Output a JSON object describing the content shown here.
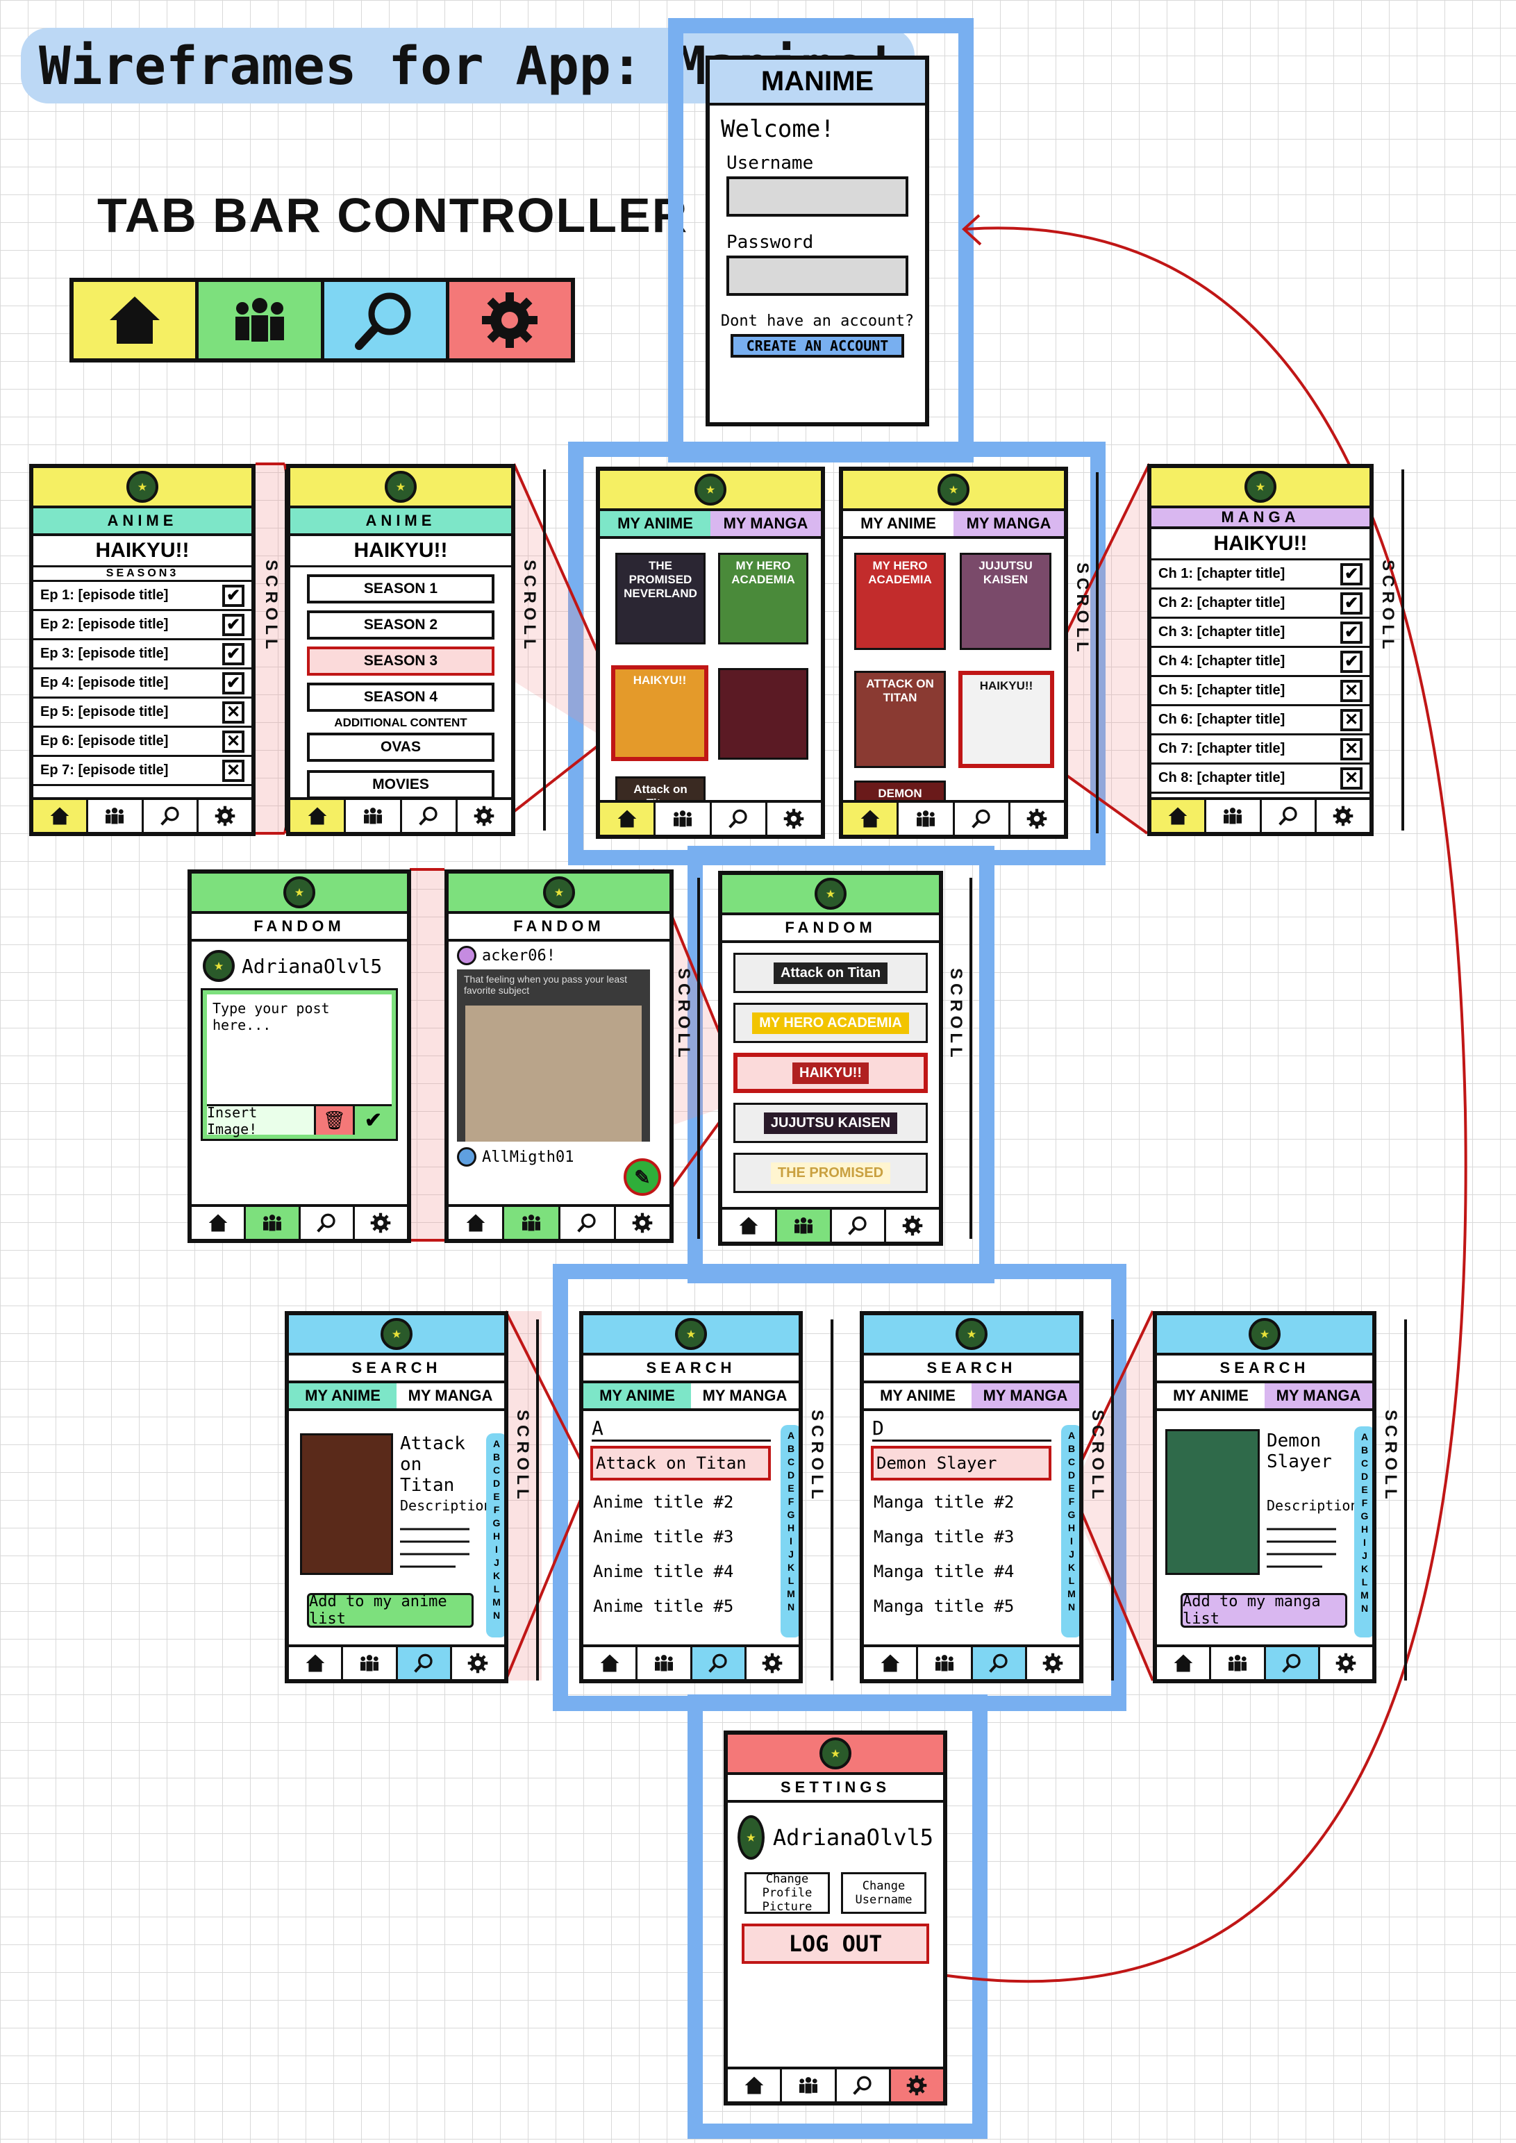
{
  "title": "Wireframes for App: Manime!",
  "tab_bar_title": "TAB BAR CONTROLLER",
  "tabbar_colors": {
    "home": "#f5ef63",
    "fandom": "#7de07d",
    "search": "#7fd6f3",
    "settings": "#f47878"
  },
  "icons": [
    "home-icon",
    "people-icon",
    "search-icon",
    "gear-icon"
  ],
  "scroll_label": "SCROLL",
  "login": {
    "app_name": "MANIME",
    "welcome": "Welcome!",
    "username_label": "Username",
    "password_label": "Password",
    "no_account": "Dont have an account?",
    "create_button": "CREATE  AN ACCOUNT"
  },
  "anime_detail": {
    "section": "ANIME",
    "title": "HAIKYU!!",
    "season": "SEASON3",
    "episodes": [
      {
        "label": "Ep 1: [episode title]",
        "done": true
      },
      {
        "label": "Ep 2: [episode title]",
        "done": true
      },
      {
        "label": "Ep 3: [episode title]",
        "done": true
      },
      {
        "label": "Ep 4: [episode title]",
        "done": true
      },
      {
        "label": "Ep 5: [episode title]",
        "done": false
      },
      {
        "label": "Ep 6: [episode title]",
        "done": false
      },
      {
        "label": "Ep 7: [episode title]",
        "done": false
      }
    ]
  },
  "anime_seasons": {
    "section": "ANIME",
    "title": "HAIKYU!!",
    "seasons": [
      "SEASON 1",
      "SEASON 2",
      "SEASON 3",
      "SEASON 4"
    ],
    "selected": "SEASON 3",
    "additional": "ADDITIONAL CONTENT",
    "ovas": "OVAS",
    "movies": "MOVIES"
  },
  "home_anime": {
    "tab_anime": "MY ANIME",
    "tab_manga": "MY MANGA",
    "covers": [
      "THE PROMISED NEVERLAND",
      "MY HERO ACADEMIA",
      "HAIKYU!!",
      "",
      "Attack on Titan"
    ]
  },
  "home_manga": {
    "tab_anime": "MY ANIME",
    "tab_manga": "MY MANGA",
    "covers": [
      "MY HERO ACADEMIA",
      "JUJUTSU KAISEN",
      "ATTACK ON TITAN",
      "HAIKYU!!",
      "DEMON SLAYER"
    ]
  },
  "manga_detail": {
    "section": "MANGA",
    "title": "HAIKYU!!",
    "chapters": [
      {
        "label": "Ch 1: [chapter title]",
        "done": true
      },
      {
        "label": "Ch 2: [chapter title]",
        "done": true
      },
      {
        "label": "Ch 3: [chapter title]",
        "done": true
      },
      {
        "label": "Ch 4: [chapter title]",
        "done": true
      },
      {
        "label": "Ch 5: [chapter title]",
        "done": false
      },
      {
        "label": "Ch 6: [chapter title]",
        "done": false
      },
      {
        "label": "Ch 7: [chapter title]",
        "done": false
      },
      {
        "label": "Ch 8: [chapter title]",
        "done": false
      }
    ]
  },
  "fandom_post": {
    "section": "FANDOM",
    "user": "AdrianaOlvl5",
    "placeholder": "Type your post here...",
    "insert_image": "Insert Image!"
  },
  "fandom_feed": {
    "section": "FANDOM",
    "user1": "acker06!",
    "post_text": "That feeling when you pass your least favorite subject",
    "user2": "AllMigth01"
  },
  "fandom_list": {
    "section": "FANDOM",
    "items": [
      "Attack on Titan",
      "MY HERO ACADEMIA",
      "HAIKYU!!",
      "JUJUTSU KAISEN",
      "THE PROMISED"
    ]
  },
  "search_anime_detail": {
    "section": "SEARCH",
    "tab_anime": "MY ANIME",
    "tab_manga": "MY MANGA",
    "name": "Attack on Titan",
    "desc": "Description:",
    "add": "Add to my anime list"
  },
  "search_anime": {
    "section": "SEARCH",
    "tab_anime": "MY ANIME",
    "tab_manga": "MY MANGA",
    "letter": "A",
    "items": [
      "Attack on Titan",
      "Anime title #2",
      "Anime title #3",
      "Anime title #4",
      "Anime title #5"
    ]
  },
  "search_manga": {
    "section": "SEARCH",
    "tab_anime": "MY ANIME",
    "tab_manga": "MY MANGA",
    "letter": "D",
    "items": [
      "Demon Slayer",
      "Manga title #2",
      "Manga title #3",
      "Manga title #4",
      "Manga title #5"
    ]
  },
  "search_manga_detail": {
    "section": "SEARCH",
    "tab_anime": "MY ANIME",
    "tab_manga": "MY MANGA",
    "name": "Demon Slayer",
    "desc": "Description",
    "add": "Add to my manga list"
  },
  "alphabet": [
    "A",
    "B",
    "C",
    "D",
    "E",
    "F",
    "G",
    "H",
    "I",
    "J",
    "K",
    "L",
    "M",
    "N"
  ],
  "settings": {
    "section": "SETTINGS",
    "user": "AdrianaOlvl5",
    "change_picture": "Change Profile Picture",
    "change_username": "Change Username",
    "logout": "LOG OUT"
  }
}
